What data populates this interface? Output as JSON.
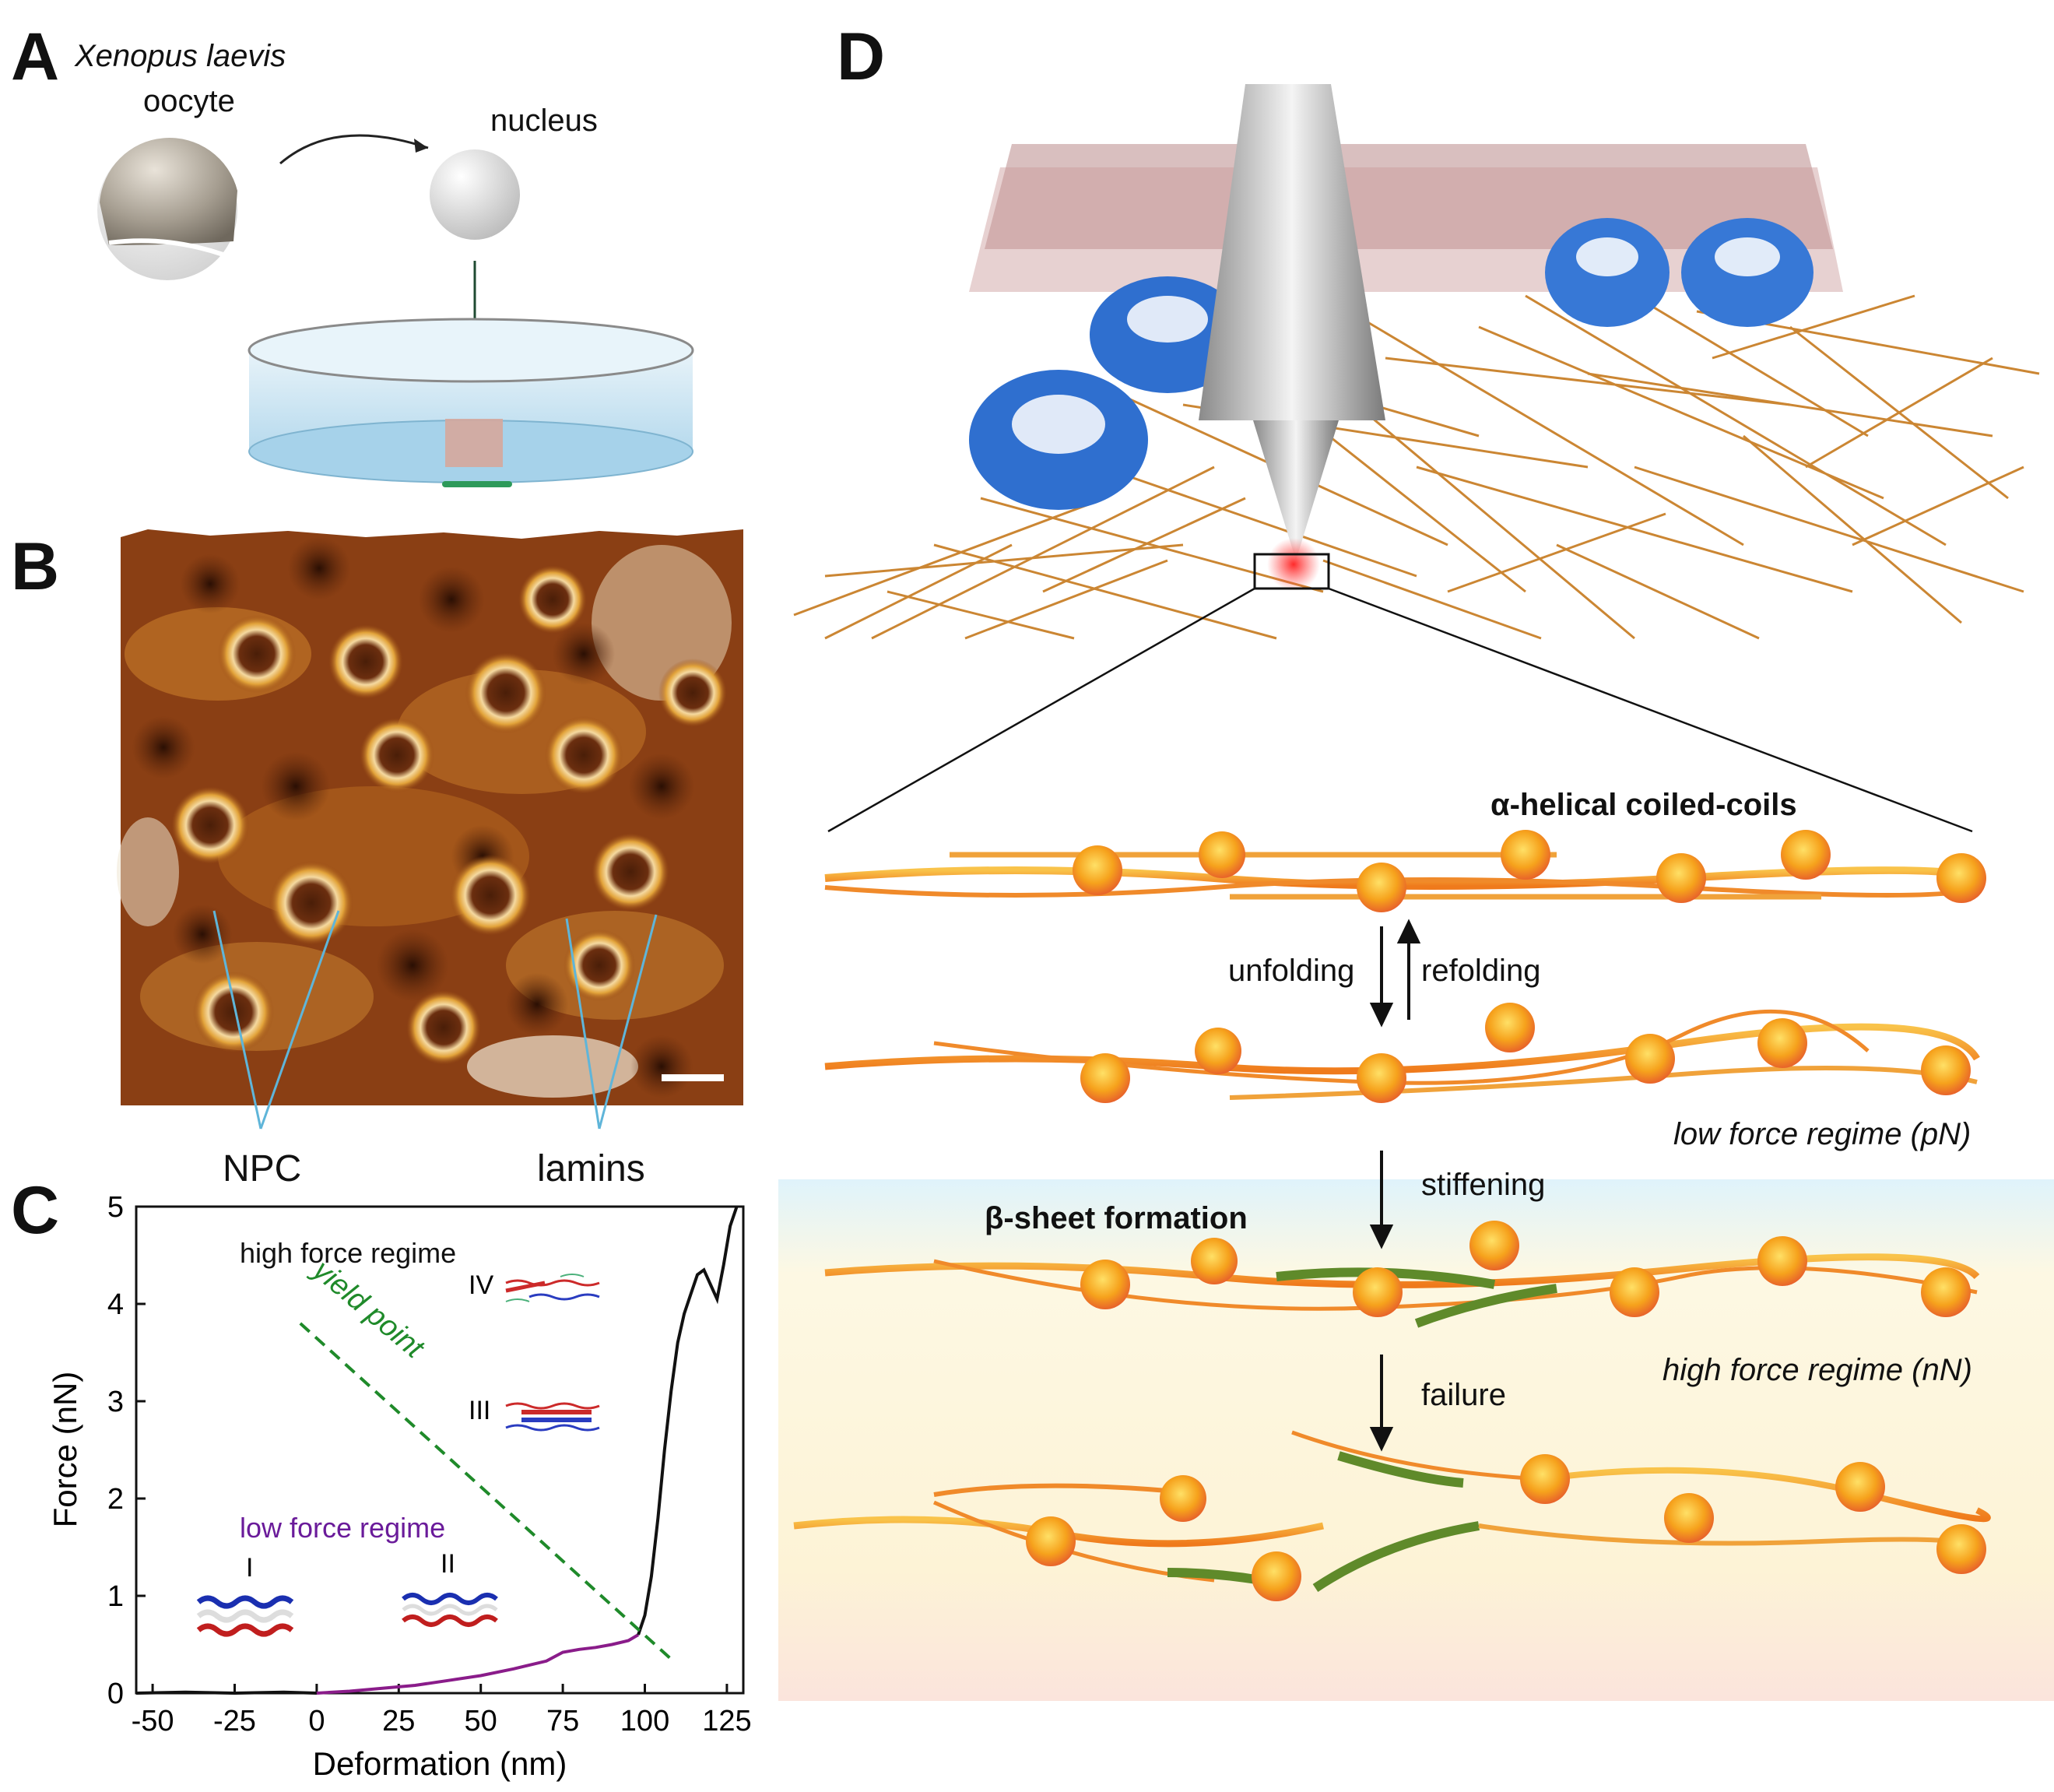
{
  "panels": {
    "a": "A",
    "b": "B",
    "c": "C",
    "d": "D"
  },
  "panel_a": {
    "species": "Xenopus laevis",
    "oocyte": "oocyte",
    "nucleus": "nucleus"
  },
  "panel_b": {
    "npc": "NPC",
    "lamins": "lamins"
  },
  "panel_c": {
    "high_force_regime": "high force regime",
    "low_force_regime": "low force regime",
    "yield_point": "yield point",
    "stage_i": "I",
    "stage_ii": "II",
    "stage_iii": "III",
    "stage_iv": "IV"
  },
  "panel_d": {
    "alpha_label": "α-helical coiled-coils",
    "unfolding": "unfolding",
    "refolding": "refolding",
    "low_force": "low force regime (pN)",
    "stiffening": "stiffening",
    "beta_label": "β-sheet formation",
    "high_force": "high force regime (nN)",
    "failure": "failure"
  },
  "chart_data": {
    "type": "line",
    "xlabel": "Deformation (nm)",
    "ylabel": "Force (nN)",
    "xlim": [
      -55,
      130
    ],
    "ylim": [
      0,
      5
    ],
    "xticks": [
      -50,
      -25,
      0,
      25,
      50,
      75,
      100,
      125
    ],
    "yticks": [
      0,
      1,
      2,
      3,
      4,
      5
    ],
    "series": [
      {
        "color": "#111111",
        "x": [
          -55,
          -40,
          -25,
          -10,
          0
        ],
        "y": [
          0,
          0.01,
          0,
          0.01,
          0
        ]
      },
      {
        "color": "#8a1c8a",
        "x": [
          0,
          10,
          20,
          30,
          40,
          50,
          60,
          70,
          75,
          80,
          85,
          90,
          95,
          98
        ],
        "y": [
          0,
          0.02,
          0.05,
          0.08,
          0.13,
          0.18,
          0.25,
          0.33,
          0.42,
          0.45,
          0.47,
          0.5,
          0.54,
          0.6
        ]
      },
      {
        "color": "#111111",
        "x": [
          98,
          100,
          102,
          104,
          106,
          108,
          110,
          112,
          114,
          116,
          118,
          120,
          122,
          124,
          126,
          128
        ],
        "y": [
          0.6,
          0.8,
          1.2,
          1.8,
          2.5,
          3.1,
          3.6,
          3.9,
          4.1,
          4.3,
          4.35,
          4.2,
          4.05,
          4.4,
          4.8,
          5.0
        ]
      }
    ],
    "annotations": [
      {
        "type": "dashed-line",
        "label": "yield point",
        "x": [
          -5,
          108
        ],
        "y": [
          3.8,
          0.35
        ],
        "color": "#1f8a2a"
      }
    ]
  }
}
